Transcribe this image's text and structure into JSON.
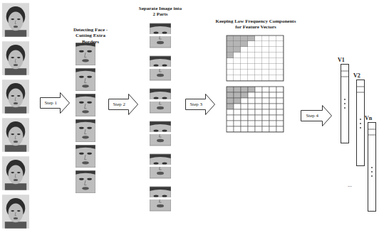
{
  "diagram": {
    "nodes": [
      {
        "text": [
          "Step 1"
        ]
      },
      {
        "text": [
          "Detecting Face - Cutting Extra Borders"
        ]
      },
      {
        "text": [
          "Step 2"
        ]
      },
      {
        "text": [
          "Separate Image into 2 Parts"
        ]
      },
      {
        "text": [
          "Step 3"
        ]
      },
      {
        "text": [
          "Keeping Low Frequency Components for Feature Vectors"
        ]
      },
      {
        "text": [
          "Step 4"
        ]
      },
      {
        "text": [
          "V1"
        ]
      },
      {
        "text": [
          "V2"
        ]
      },
      {
        "text": [
          "Vn"
        ]
      }
    ],
    "labels": [
      "..."
    ]
  }
}
